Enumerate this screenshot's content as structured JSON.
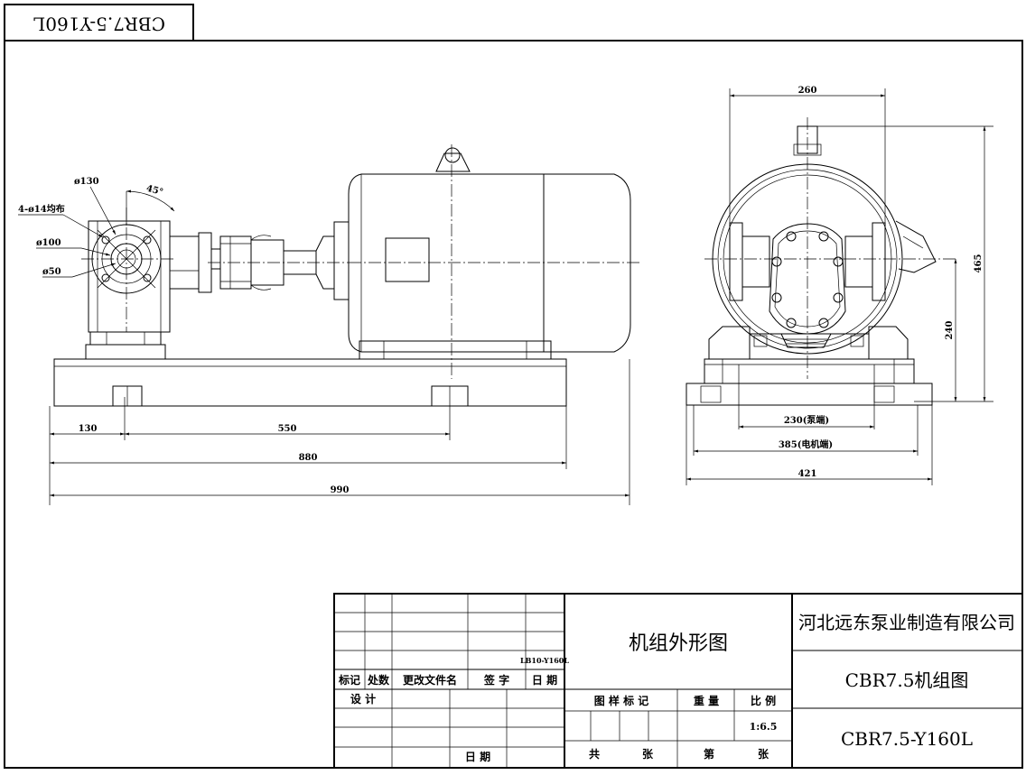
{
  "corner_label": "CBR7.5-Y160L",
  "side_view": {
    "labels": {
      "d130": "ø130",
      "bolt_holes": "4-ø14均布",
      "d100": "ø100",
      "d50": "ø50",
      "angle": "45°"
    },
    "dims": {
      "d130": "130",
      "d550": "550",
      "d880": "880",
      "d990": "990"
    }
  },
  "end_view": {
    "dims": {
      "d260": "260",
      "d465": "465",
      "d240": "240",
      "d230": "230(泵端)",
      "d385": "385(电机端)",
      "d421": "421"
    }
  },
  "title_block": {
    "left_grid": {
      "model_note": "LB10-Y160L",
      "headers": [
        "标记",
        "处数",
        "更改文件名",
        "签 字",
        "日 期"
      ],
      "design": "设 计",
      "date": "日 期"
    },
    "drawing_name": "机组外形图",
    "attr_headers": [
      "图 样 标 记",
      "重 量",
      "比 例"
    ],
    "scale": "1:6.5",
    "footer": [
      "共",
      "张",
      "第",
      "张"
    ],
    "company": "河北远东泵业制造有限公司",
    "drawing_title": "CBR7.5机组图",
    "drawing_number": "CBR7.5-Y160L"
  }
}
